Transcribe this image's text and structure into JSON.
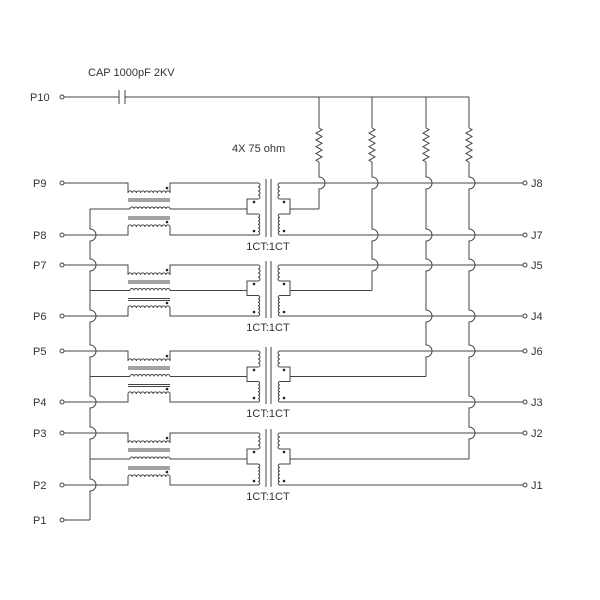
{
  "capacitor_label": "CAP  1000pF  2KV",
  "resistor_label": "4X  75  ohm",
  "top_terminal": "P10",
  "common_terminal": "P1",
  "blocks": [
    {
      "left_top": "P9",
      "left_bottom": "P8",
      "right_top": "J8",
      "right_bottom": "J7",
      "ratio": "1CT:1CT"
    },
    {
      "left_top": "P7",
      "left_bottom": "P6",
      "right_top": "J5",
      "right_bottom": "J4",
      "ratio": "1CT:1CT"
    },
    {
      "left_top": "P5",
      "left_bottom": "P4",
      "right_top": "J6",
      "right_bottom": "J3",
      "ratio": "1CT:1CT"
    },
    {
      "left_top": "P3",
      "left_bottom": "P2",
      "right_top": "J2",
      "right_bottom": "J1",
      "ratio": "1CT:1CT"
    }
  ]
}
